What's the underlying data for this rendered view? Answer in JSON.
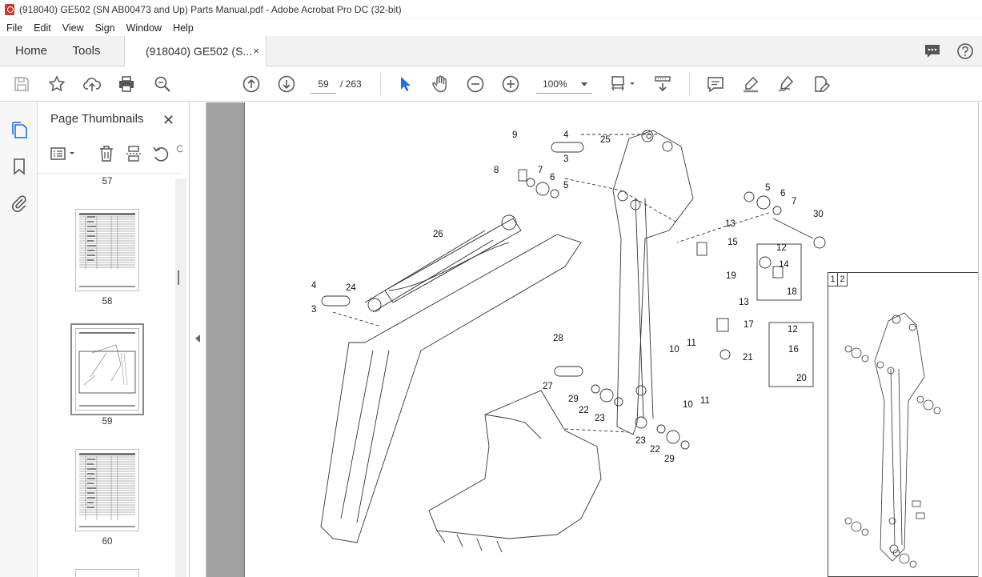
{
  "window": {
    "title": "(918040) GE502 (SN AB00473 and Up) Parts Manual.pdf - Adobe Acrobat Pro DC (32-bit)"
  },
  "menu": [
    "File",
    "Edit",
    "View",
    "Sign",
    "Window",
    "Help"
  ],
  "tabs": {
    "home": "Home",
    "tools": "Tools",
    "document": "(918040) GE502 (S...",
    "close": "×"
  },
  "toolbar": {
    "page_current": "59",
    "page_total": "/ 263",
    "zoom": "100%"
  },
  "thumbnails": {
    "header": "Page Thumbnails",
    "close": "✕",
    "pages": [
      {
        "label": "57"
      },
      {
        "label": "58"
      },
      {
        "label": "59",
        "selected": true
      },
      {
        "label": "60"
      }
    ]
  },
  "diagram": {
    "callouts": [
      "9",
      "4",
      "25",
      "8",
      "7",
      "6",
      "5",
      "3",
      "26",
      "5",
      "6",
      "7",
      "30",
      "13",
      "15",
      "12",
      "14",
      "19",
      "18",
      "4",
      "24",
      "3",
      "13",
      "17",
      "12",
      "28",
      "16",
      "10",
      "11",
      "21",
      "20",
      "27",
      "29",
      "22",
      "23",
      "10",
      "11",
      "23",
      "22",
      "29"
    ],
    "inset_tabs": [
      "1",
      "2"
    ]
  },
  "colors": {
    "accent_blue": "#1473e6",
    "pdf_red": "#d0342c"
  }
}
